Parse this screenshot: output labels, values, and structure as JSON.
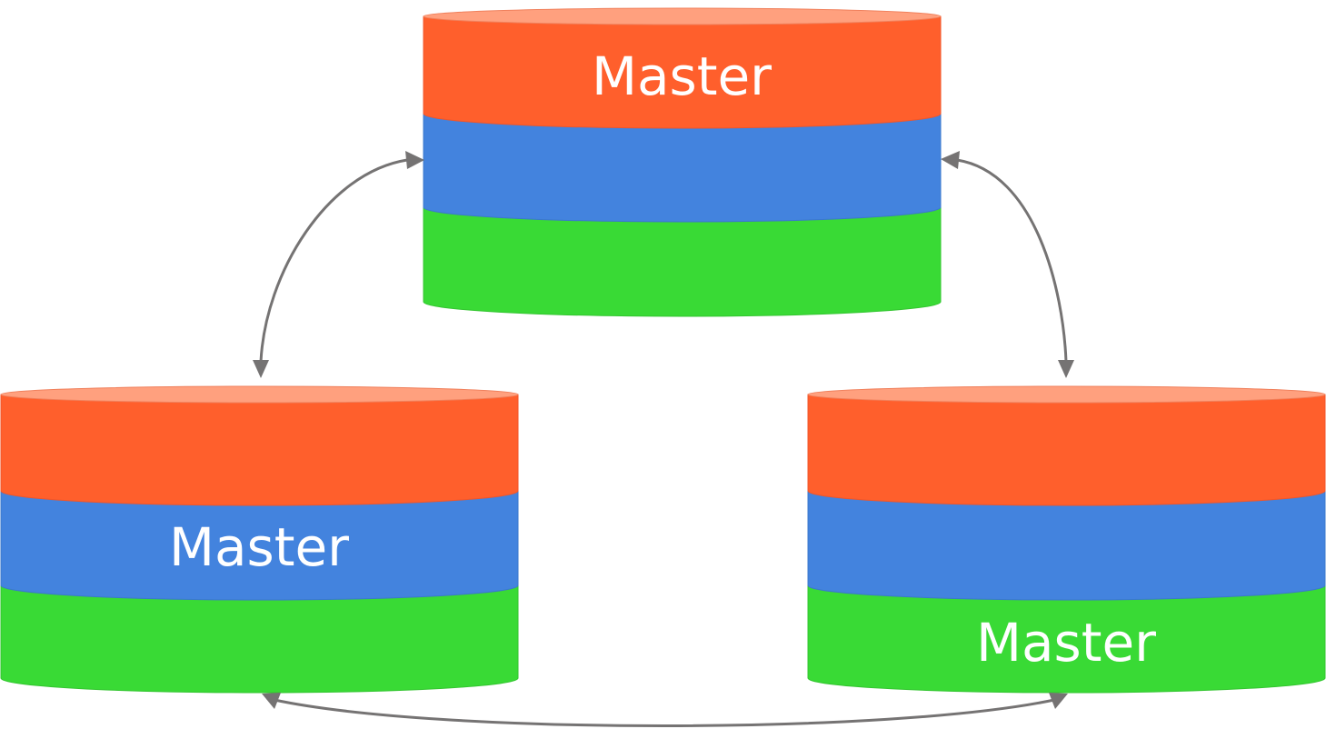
{
  "colors": {
    "layer_top": "#FF5F2C",
    "layer_top_cap": "#FFA07E",
    "layer_middle": "#4383DE",
    "layer_bottom": "#39DA35",
    "arrow": "#757373",
    "label": "#FFFFFF"
  },
  "databases": [
    {
      "id": "top",
      "label": "Master",
      "master_layer": "top"
    },
    {
      "id": "left",
      "label": "Master",
      "master_layer": "middle"
    },
    {
      "id": "right",
      "label": "Master",
      "master_layer": "bottom"
    }
  ],
  "connections": [
    {
      "from": "top",
      "to": "left",
      "direction": "bidirectional"
    },
    {
      "from": "top",
      "to": "right",
      "direction": "bidirectional"
    },
    {
      "from": "left",
      "to": "right",
      "direction": "bidirectional"
    }
  ]
}
